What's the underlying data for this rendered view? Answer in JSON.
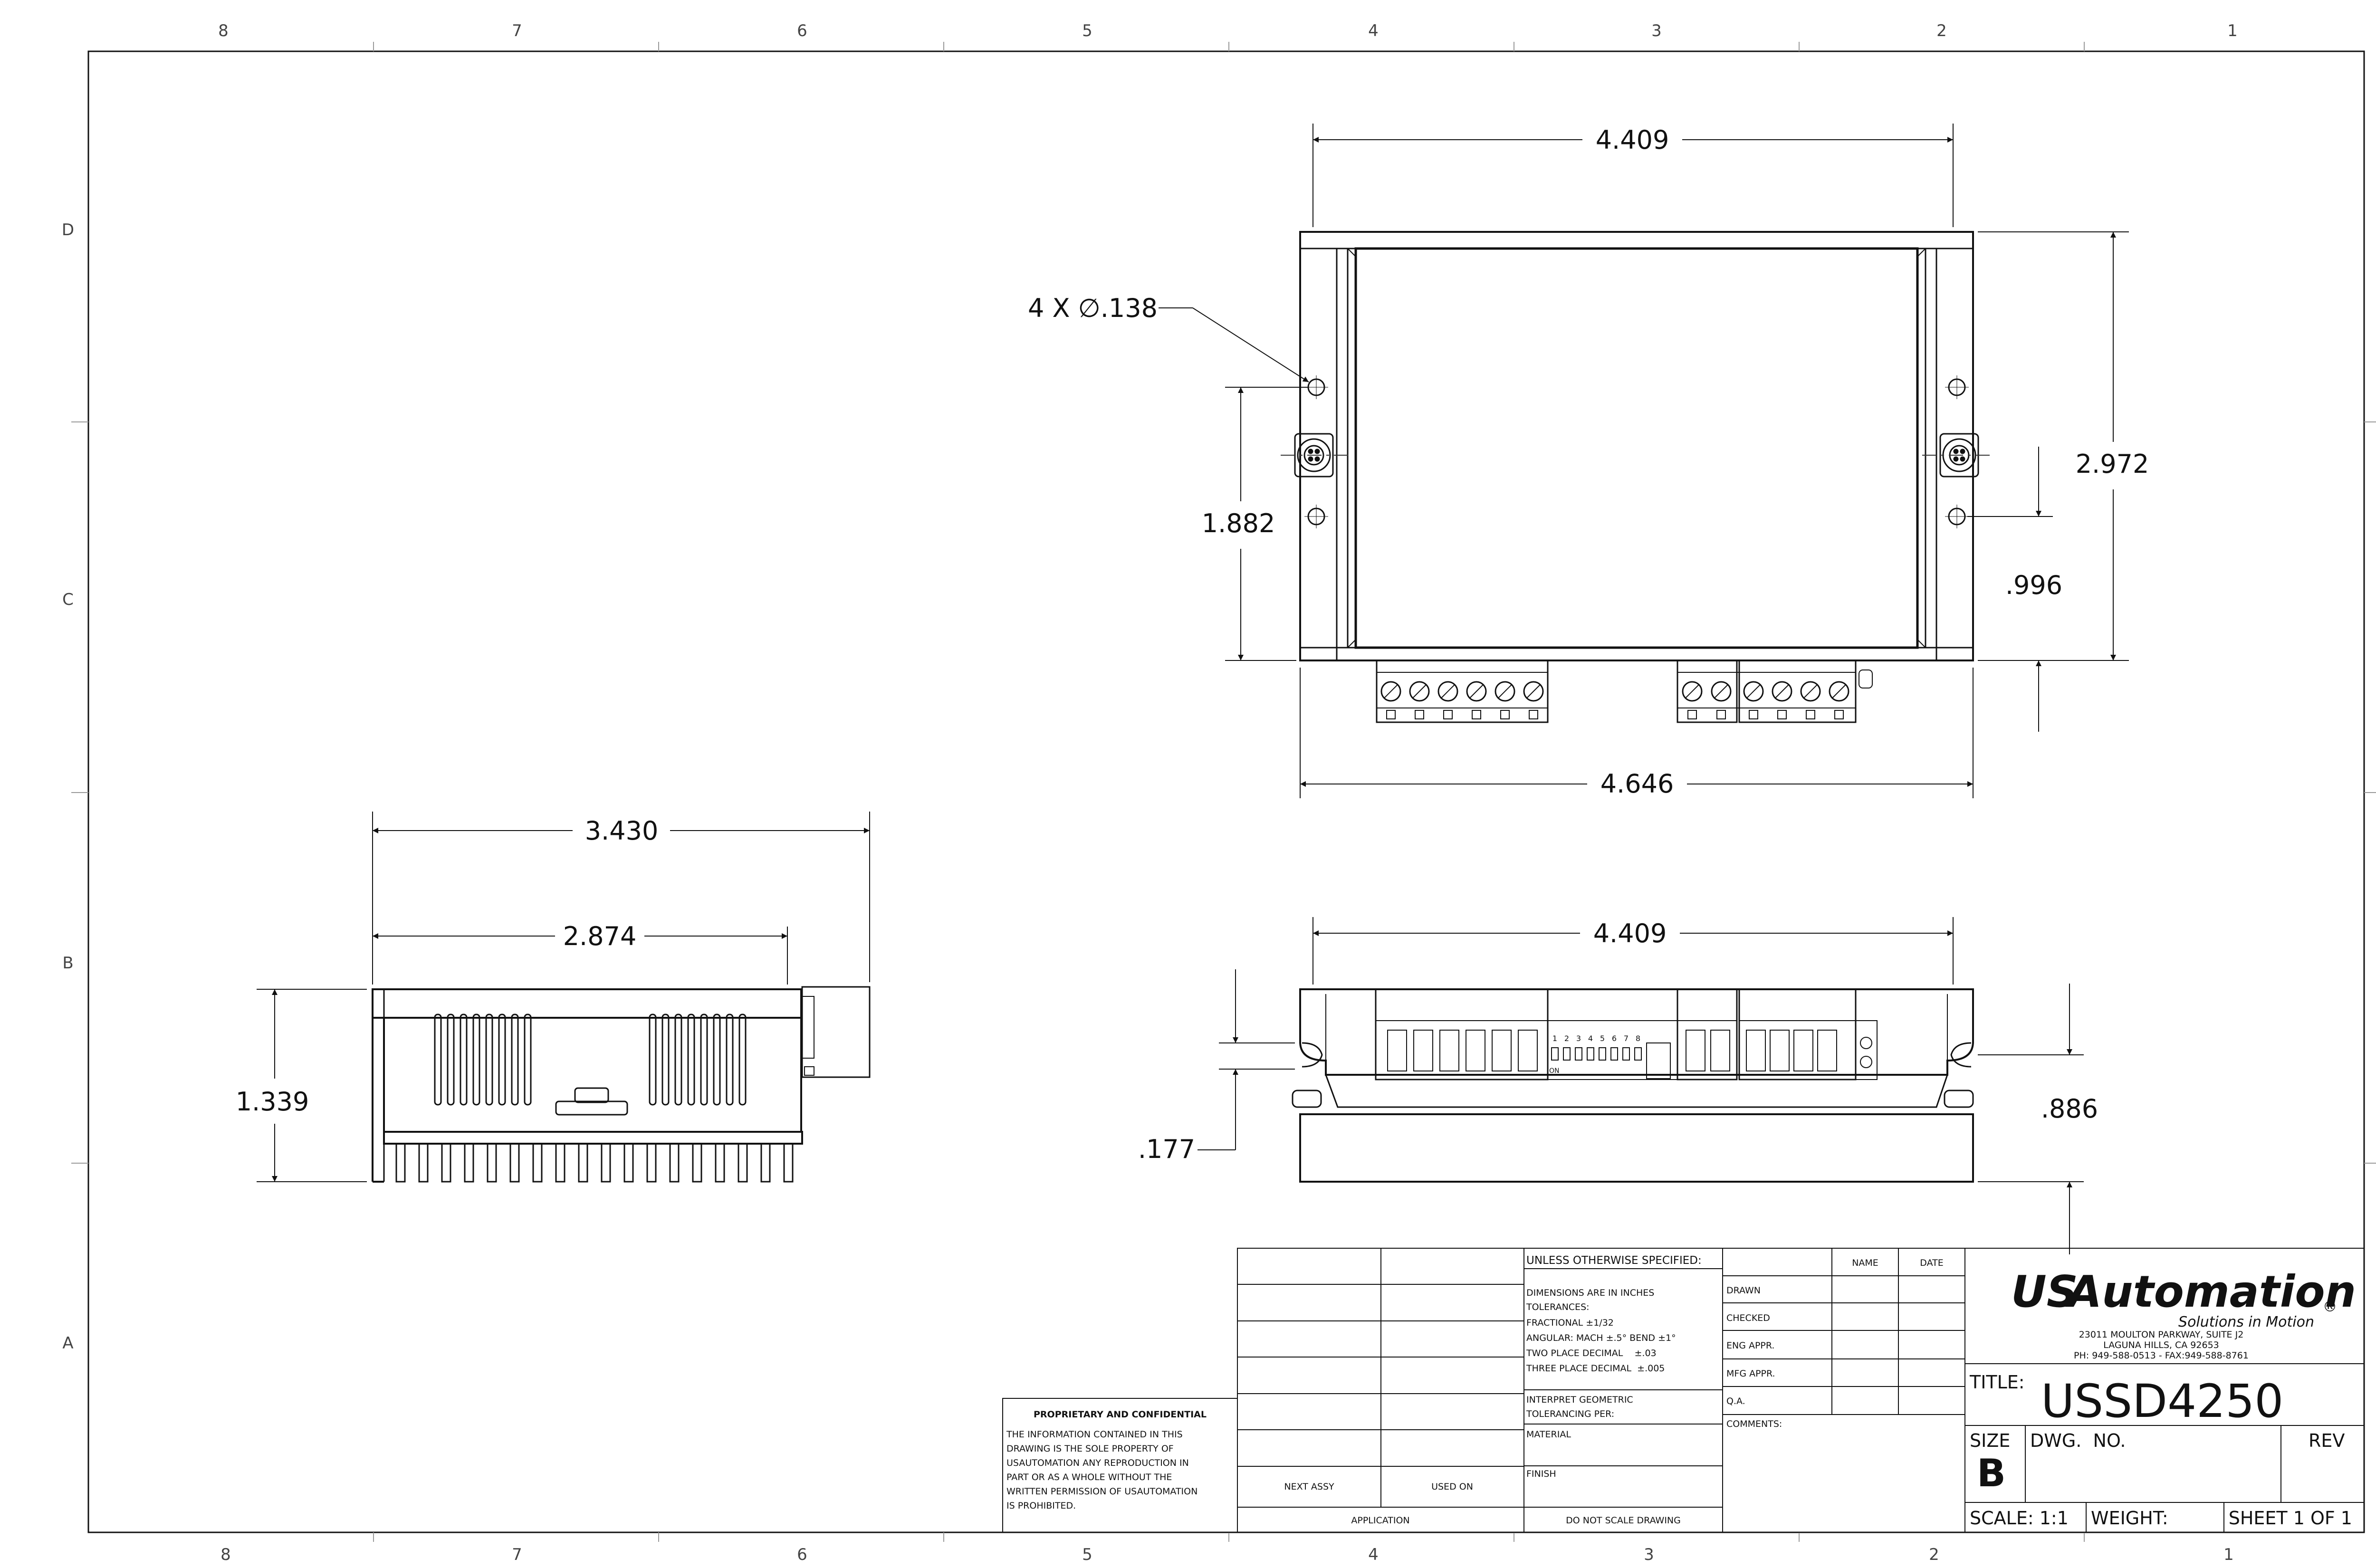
{
  "border": {
    "columns": [
      "8",
      "7",
      "6",
      "5",
      "4",
      "3",
      "2",
      "1"
    ],
    "rows": [
      "D",
      "C",
      "B",
      "A"
    ]
  },
  "top_view": {
    "overall_width_inner": "4.409",
    "hole_callout": "4 X ∅.138",
    "hole_spacing_vertical": "1.882",
    "overall_height": "2.972",
    "hole_offset": ".996",
    "overall_width": "4.646"
  },
  "side_view": {
    "length_overall": "3.430",
    "length_body": "2.874",
    "height": "1.339"
  },
  "front_view": {
    "width": "4.409",
    "flange_offset": ".177",
    "height": ".886",
    "switch_numbers": [
      "1",
      "2",
      "3",
      "4",
      "5",
      "6",
      "7",
      "8"
    ],
    "switch_on_label": "ON"
  },
  "title_block": {
    "proprietary_title": "PROPRIETARY AND CONFIDENTIAL",
    "proprietary_lines": [
      "THE INFORMATION CONTAINED IN THIS",
      "DRAWING IS THE SOLE PROPERTY OF",
      "USAUTOMATION ANY REPRODUCTION IN",
      "PART OR AS A WHOLE WITHOUT THE",
      "WRITTEN PERMISSION OF USAUTOMATION",
      "IS PROHIBITED."
    ],
    "next_assy": "NEXT ASSY",
    "used_on": "USED ON",
    "application": "APPLICATION",
    "unless_specified": "UNLESS OTHERWISE SPECIFIED:",
    "tolerance_lines": [
      "DIMENSIONS ARE IN INCHES",
      "TOLERANCES:",
      "FRACTIONAL ±1/32",
      "ANGULAR: MACH ±.5° BEND ±1°",
      "TWO PLACE DECIMAL    ±.03",
      "THREE PLACE DECIMAL  ±.005"
    ],
    "interpret_lines": [
      "INTERPRET GEOMETRIC",
      "TOLERANCING PER:"
    ],
    "material": "MATERIAL",
    "finish": "FINISH",
    "do_not_scale": "DO NOT SCALE DRAWING",
    "name": "NAME",
    "date": "DATE",
    "drawn": "DRAWN",
    "checked": "CHECKED",
    "eng_appr": "ENG APPR.",
    "mfg_appr": "MFG APPR.",
    "qa": "Q.A.",
    "comments": "COMMENTS:",
    "logo_us": "US",
    "logo_automation": "Automation",
    "logo_reg": "®",
    "logo_tagline": "Solutions in Motion",
    "address_lines": [
      "23011 MOULTON PARKWAY, SUITE J2",
      "LAGUNA HILLS, CA 92653",
      "PH: 949-588-0513 - FAX:949-588-8761"
    ],
    "title_label": "TITLE:",
    "title_value": "USSD4250",
    "size_label": "SIZE",
    "size_value": "B",
    "dwg_no_label": "DWG.  NO.",
    "rev_label": "REV",
    "scale": "SCALE: 1:1",
    "weight": "WEIGHT:",
    "sheet": "SHEET 1 OF 1",
    "logo_colors": {
      "us_red": "#c0272d",
      "automation_gray": "#3f3f3f"
    }
  }
}
